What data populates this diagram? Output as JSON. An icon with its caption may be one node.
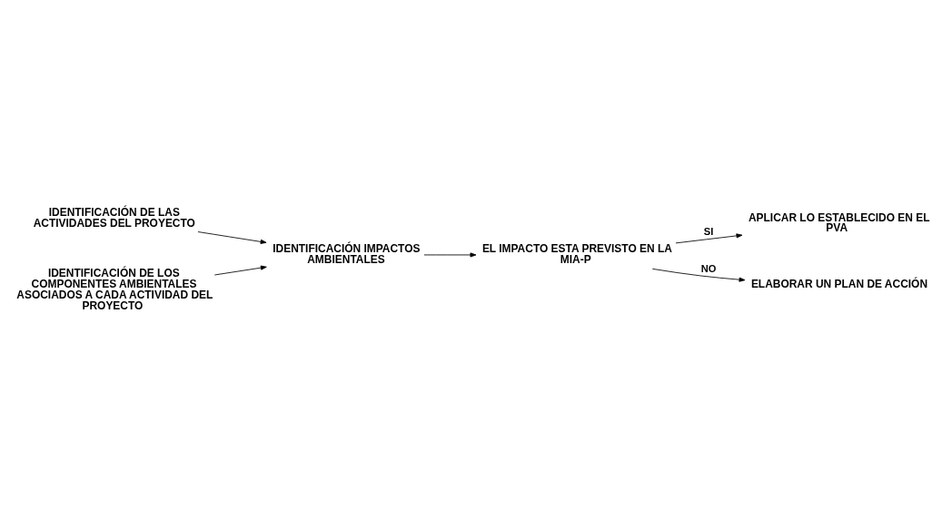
{
  "diagram": {
    "nodes": [
      {
        "text": [
          "IDENTIFICACIÓN DE LAS ACTIVIDADES DEL PROYECTO"
        ]
      },
      {
        "text": [
          "IDENTIFICACIÓN IMPACTOS AMBIENTALES"
        ]
      },
      {
        "text": [
          "IDENTIFICACIÓN DE LOS COMPONENTES AMBIENTALES ASOCIADOS A CADA ACTIVIDAD DEL PROYECTO"
        ]
      },
      {
        "text": [
          "APLICAR LO ESTABLECIDO EN EL PVA"
        ]
      },
      {
        "text": [
          "EL IMPACTO ESTA PREVISTO EN LA MIA-P"
        ]
      },
      {
        "text": [
          "ELABORAR UN PLAN DE ACCIÓN"
        ]
      }
    ],
    "edges": [
      {
        "from": 0,
        "to": 1,
        "arrow": "to"
      },
      {
        "from": 2,
        "to": 1,
        "arrow": "to"
      },
      {
        "from": 1,
        "to": 4,
        "arrow": "to"
      },
      {
        "from": 4,
        "to": 3,
        "arrow": "to",
        "label": "SI"
      },
      {
        "from": 4,
        "to": 5,
        "arrow": "to",
        "label": "NO"
      }
    ]
  }
}
